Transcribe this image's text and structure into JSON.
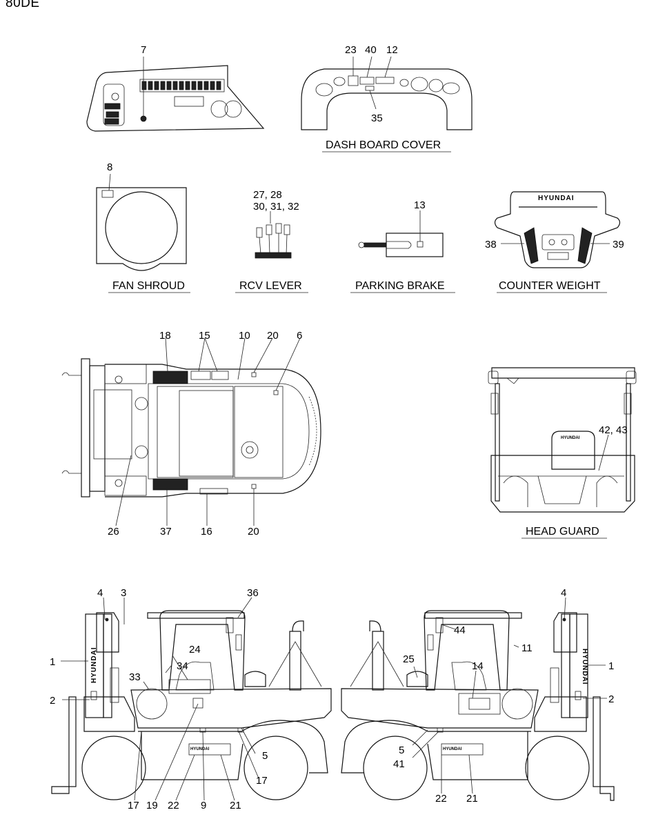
{
  "title": "80DE",
  "brand": "HYUNDAI",
  "sections": [
    {
      "id": "dash",
      "caption": "DASH BOARD COVER"
    },
    {
      "id": "fan",
      "caption": "FAN SHROUD"
    },
    {
      "id": "rcv",
      "caption": "RCV LEVER"
    },
    {
      "id": "park",
      "caption": "PARKING BRAKE"
    },
    {
      "id": "cw",
      "caption": "COUNTER WEIGHT"
    },
    {
      "id": "hg",
      "caption": "HEAD GUARD"
    }
  ],
  "callouts": [
    {
      "id": "c7",
      "text": "7"
    },
    {
      "id": "c23",
      "text": "23"
    },
    {
      "id": "c40",
      "text": "40"
    },
    {
      "id": "c12",
      "text": "12"
    },
    {
      "id": "c35",
      "text": "35"
    },
    {
      "id": "c8",
      "text": "8"
    },
    {
      "id": "c2728",
      "text": "27, 28"
    },
    {
      "id": "c303132",
      "text": "30, 31, 32"
    },
    {
      "id": "c13",
      "text": "13"
    },
    {
      "id": "c38",
      "text": "38"
    },
    {
      "id": "c39",
      "text": "39"
    },
    {
      "id": "c18",
      "text": "18"
    },
    {
      "id": "c15",
      "text": "15"
    },
    {
      "id": "c10",
      "text": "10"
    },
    {
      "id": "c20a",
      "text": "20"
    },
    {
      "id": "c6",
      "text": "6"
    },
    {
      "id": "c26",
      "text": "26"
    },
    {
      "id": "c37",
      "text": "37"
    },
    {
      "id": "c16",
      "text": "16"
    },
    {
      "id": "c20b",
      "text": "20"
    },
    {
      "id": "c4243",
      "text": "42, 43"
    },
    {
      "id": "c4a",
      "text": "4"
    },
    {
      "id": "c3",
      "text": "3"
    },
    {
      "id": "c36",
      "text": "36"
    },
    {
      "id": "c1a",
      "text": "1"
    },
    {
      "id": "c24",
      "text": "24"
    },
    {
      "id": "c34",
      "text": "34"
    },
    {
      "id": "c33",
      "text": "33"
    },
    {
      "id": "c2a",
      "text": "2"
    },
    {
      "id": "c5a",
      "text": "5"
    },
    {
      "id": "c17a",
      "text": "17"
    },
    {
      "id": "c17b",
      "text": "17"
    },
    {
      "id": "c19",
      "text": "19"
    },
    {
      "id": "c22a",
      "text": "22"
    },
    {
      "id": "c9",
      "text": "9"
    },
    {
      "id": "c21a",
      "text": "21"
    },
    {
      "id": "c4b",
      "text": "4"
    },
    {
      "id": "c44",
      "text": "44"
    },
    {
      "id": "c11",
      "text": "11"
    },
    {
      "id": "c1b",
      "text": "1"
    },
    {
      "id": "c25",
      "text": "25"
    },
    {
      "id": "c14",
      "text": "14"
    },
    {
      "id": "c2b",
      "text": "2"
    },
    {
      "id": "c5b",
      "text": "5"
    },
    {
      "id": "c41",
      "text": "41"
    },
    {
      "id": "c22b",
      "text": "22"
    },
    {
      "id": "c21b",
      "text": "21"
    }
  ]
}
